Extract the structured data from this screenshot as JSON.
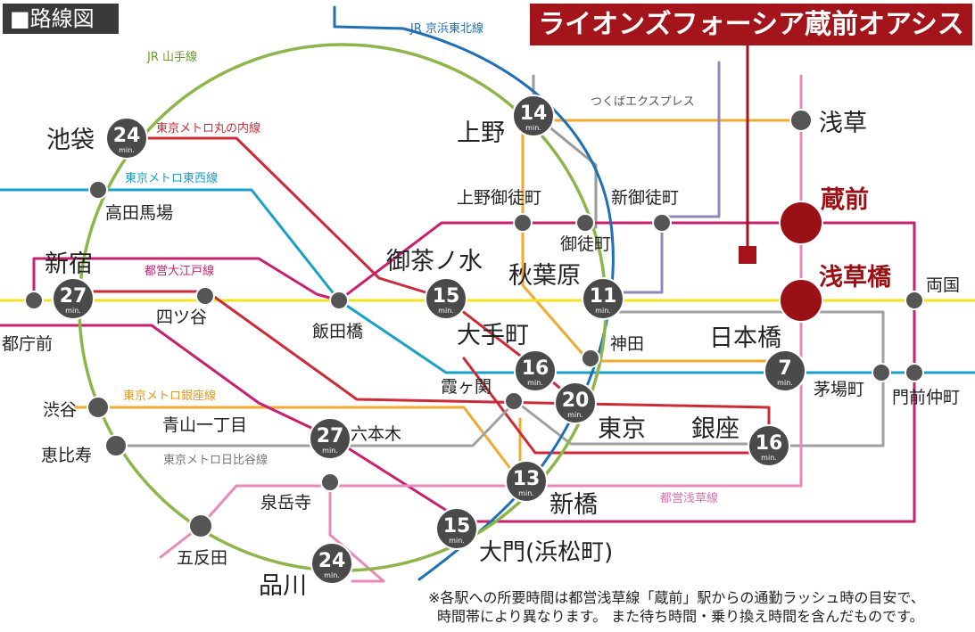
{
  "header": {
    "section_label": "■路線図",
    "property_name": "ライオンズフォーシア蔵前オアシス"
  },
  "colors": {
    "yamanote": "#8cb64a",
    "keihin": "#1f6fb5",
    "chuo": "#9a9a9a",
    "tsukuba": "#f0aa30",
    "marunouchi": "#cc2a36",
    "tozai": "#19a0c8",
    "oedo": "#c8206e",
    "sobu": "#f4e21c",
    "ginza": "#f0aa30",
    "hibiya": "#a0a0a0",
    "asakusa": "#e88ab8",
    "shinjuku_line": "#9088b8",
    "station_badge": "#4a4a4a",
    "home_station": "#9b1014",
    "banner": "#a3151a"
  },
  "lines": {
    "jr_yamanote": "JR 山手線",
    "jr_keihin_tohoku": "JR 京浜東北線",
    "tsukuba_express": "つくばエクスプレス",
    "metro_marunouchi": "東京メトロ丸の内線",
    "metro_tozai": "東京メトロ東西線",
    "toei_oedo": "都営大江戸線",
    "metro_ginza": "東京メトロ銀座線",
    "metro_hibiya": "東京メトロ日比谷線",
    "toei_asakusa": "都営浅草線"
  },
  "unit": "min.",
  "timed_stations": [
    {
      "id": "ikebukuro",
      "name": "池袋",
      "minutes": "24"
    },
    {
      "id": "shinjuku",
      "name": "新宿",
      "minutes": "27"
    },
    {
      "id": "ueno",
      "name": "上野",
      "minutes": "14"
    },
    {
      "id": "ochanomizu",
      "name": "御茶ノ水",
      "minutes": "15"
    },
    {
      "id": "akihabara",
      "name": "秋葉原",
      "minutes": "11"
    },
    {
      "id": "otemachi",
      "name": "大手町",
      "minutes": "16"
    },
    {
      "id": "tokyo",
      "name": "東京",
      "minutes": "20"
    },
    {
      "id": "nihonbashi",
      "name": "日本橋",
      "minutes": "7"
    },
    {
      "id": "ginza",
      "name": "銀座",
      "minutes": "16"
    },
    {
      "id": "roppongi",
      "name": "六本木",
      "minutes": "27"
    },
    {
      "id": "shimbashi",
      "name": "新橋",
      "minutes": "13"
    },
    {
      "id": "daimon",
      "name": "大門(浜松町)",
      "minutes": "15"
    },
    {
      "id": "shinagawa",
      "name": "品川",
      "minutes": "24"
    }
  ],
  "home_stations": [
    {
      "id": "kuramae",
      "name": "蔵前"
    },
    {
      "id": "asakusabashi",
      "name": "浅草橋"
    }
  ],
  "stations": [
    {
      "id": "asakusa",
      "name": "浅草"
    },
    {
      "id": "takadanobaba",
      "name": "高田馬場"
    },
    {
      "id": "ueno_okachimachi",
      "name": "上野御徒町"
    },
    {
      "id": "shin_okachimachi",
      "name": "新御徒町"
    },
    {
      "id": "okachimachi",
      "name": "御徒町"
    },
    {
      "id": "yotsuya",
      "name": "四ツ谷"
    },
    {
      "id": "iidabashi",
      "name": "飯田橋"
    },
    {
      "id": "tochomae",
      "name": "都庁前"
    },
    {
      "id": "ryogoku",
      "name": "両国"
    },
    {
      "id": "kanda",
      "name": "神田"
    },
    {
      "id": "kasumigaseki",
      "name": "霞ヶ関"
    },
    {
      "id": "kayabacho",
      "name": "茅場町"
    },
    {
      "id": "monzen_nakacho",
      "name": "門前仲町"
    },
    {
      "id": "shibuya",
      "name": "渋谷"
    },
    {
      "id": "aoyama_itchome",
      "name": "青山一丁目"
    },
    {
      "id": "ebisu",
      "name": "恵比寿"
    },
    {
      "id": "sengakuji",
      "name": "泉岳寺"
    },
    {
      "id": "gotanda",
      "name": "五反田"
    }
  ],
  "footnote": {
    "line1": "※各駅への所要時間は都営浅草線「蔵前」駅からの通勤ラッシュ時の目安で、",
    "line2": "時間帯により異なります。 また待ち時間・乗り換え時間を含んだものです。"
  }
}
